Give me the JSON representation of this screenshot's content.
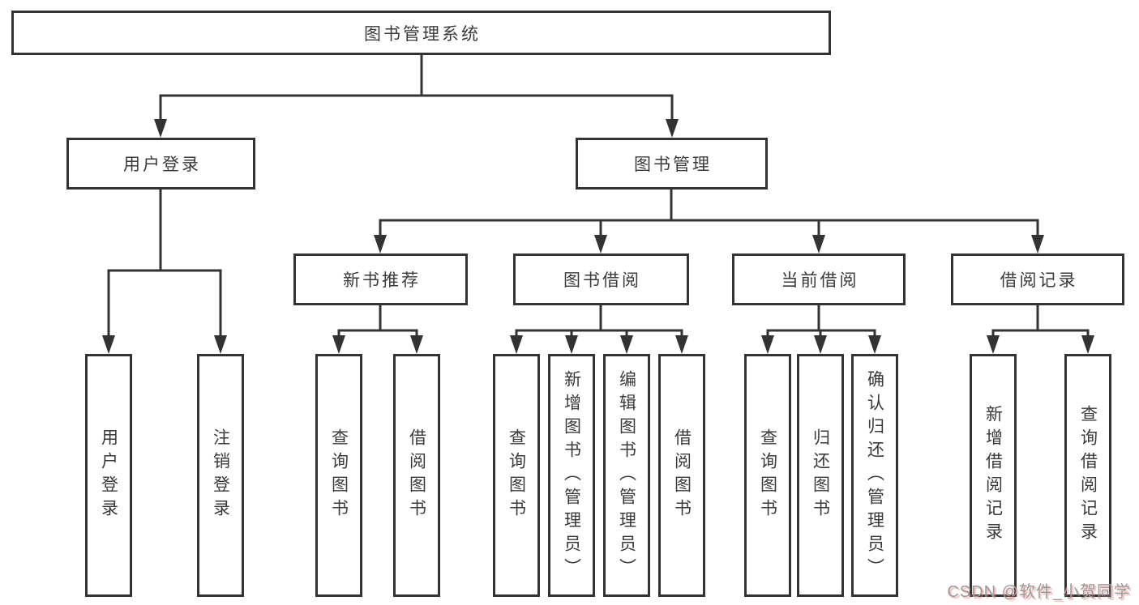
{
  "root": "图书管理系统",
  "level2": [
    "用户登录",
    "图书管理"
  ],
  "level3": [
    "新书推荐",
    "图书借阅",
    "当前借阅",
    "借阅记录"
  ],
  "leaves": {
    "user_login": [
      "用户登录",
      "注销登录"
    ],
    "new_book_rec": [
      "查询图书",
      "借阅图书"
    ],
    "book_borrow": [
      "查询图书",
      "新增图书（管理员）",
      "编辑图书（管理员）",
      "借阅图书"
    ],
    "current_borrow": [
      "查询图书",
      "归还图书",
      "确认归还（管理员）"
    ],
    "borrow_records": [
      "新增借阅记录",
      "查询借阅记录"
    ]
  },
  "watermark": "CSDN @软件_小贺同学",
  "colors": {
    "line": "#333333",
    "box_border": "#333333",
    "text": "#3a3a3a",
    "background": "#ffffff",
    "watermark_text": "#9b9b9b",
    "watermark_shadow": "#eb7878"
  }
}
